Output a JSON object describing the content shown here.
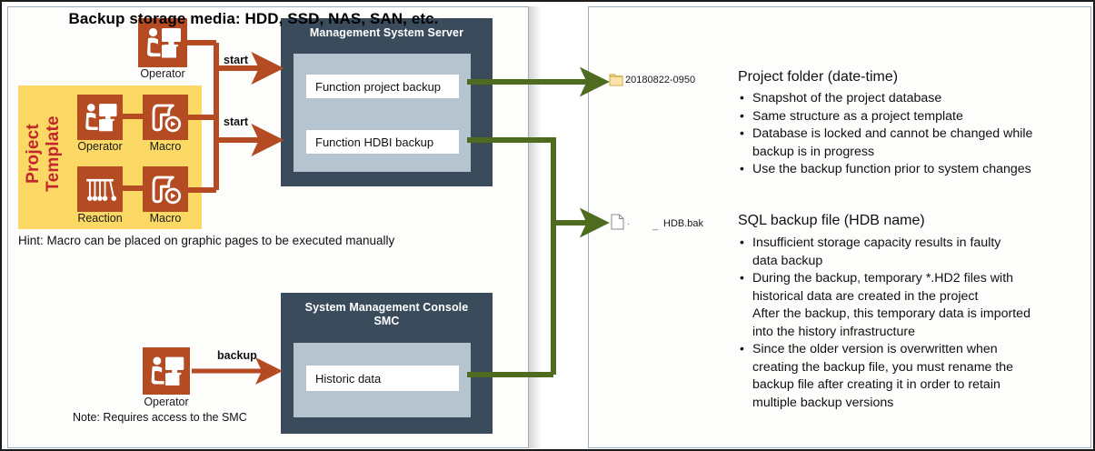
{
  "diagram": {
    "left_panel": {
      "name": "backup-sources-panel",
      "server_boxes": [
        {
          "title": "Management System Server",
          "functions": [
            "Function project backup",
            "Function HDBI backup"
          ]
        },
        {
          "title_line1": "System Management Console",
          "title_line2": "SMC",
          "functions": [
            "Historic data"
          ]
        }
      ],
      "project_template": {
        "label": "Project Template",
        "nodes": [
          {
            "icon": "operator-icon",
            "caption": "Operator"
          },
          {
            "icon": "macro-icon",
            "caption": "Macro"
          },
          {
            "icon": "reaction-icon",
            "caption": "Reaction"
          },
          {
            "icon": "macro-icon",
            "caption": "Macro"
          }
        ]
      },
      "operator_top": {
        "icon": "operator-icon",
        "caption": "Operator"
      },
      "operator_bottom": {
        "icon": "operator-icon",
        "caption": "Operator"
      },
      "edge_labels": {
        "start_1": "start",
        "start_2": "start",
        "backup": "backup"
      },
      "hint": "Hint: Macro can be placed on graphic pages to be executed manually",
      "note": "Note: Requires access to the SMC"
    },
    "right_panel": {
      "title": "Backup storage media: HDD, SSD, NAS, SAN, etc.",
      "entries": [
        {
          "icon": "folder-icon",
          "icon_label": "20180822-0950",
          "heading": "Project folder (date-time)",
          "bullets": [
            {
              "bullet": true,
              "text": "Snapshot of the project database"
            },
            {
              "bullet": true,
              "text": "Same structure as a project template"
            },
            {
              "bullet": true,
              "text": "Database is locked and cannot be changed while"
            },
            {
              "bullet": false,
              "text": "backup is in progress"
            },
            {
              "bullet": true,
              "text": "Use the backup function prior to system changes"
            }
          ]
        },
        {
          "icon": "file-icon",
          "icon_label": "HDB.bak",
          "heading": "SQL backup file (HDB name)",
          "bullets": [
            {
              "bullet": true,
              "text": "Insufficient storage capacity results in faulty"
            },
            {
              "bullet": false,
              "text": "data backup"
            },
            {
              "bullet": true,
              "text": "During the backup, temporary *.HD2 files with"
            },
            {
              "bullet": false,
              "text": "historical data are created in the project"
            },
            {
              "bullet": false,
              "text": "After the backup, this temporary data is imported"
            },
            {
              "bullet": false,
              "text": "into the history infrastructure"
            },
            {
              "bullet": true,
              "text": "Since the older version is overwritten when"
            },
            {
              "bullet": false,
              "text": "creating the backup file, you must rename the"
            },
            {
              "bullet": false,
              "text": "backup file after creating it in order to retain"
            },
            {
              "bullet": false,
              "text": "multiple backup versions"
            }
          ]
        }
      ]
    },
    "colors": {
      "accent_orange": "#b44b23",
      "accent_green": "#4f6b1f",
      "panel_dark": "#3a4c5c",
      "panel_inner": "#b6c4d0",
      "template_yellow": "#fbd964",
      "template_label_red": "#c1272d",
      "folder_yellow": "#f5d17a",
      "panel_border": "#9aafc4"
    }
  }
}
